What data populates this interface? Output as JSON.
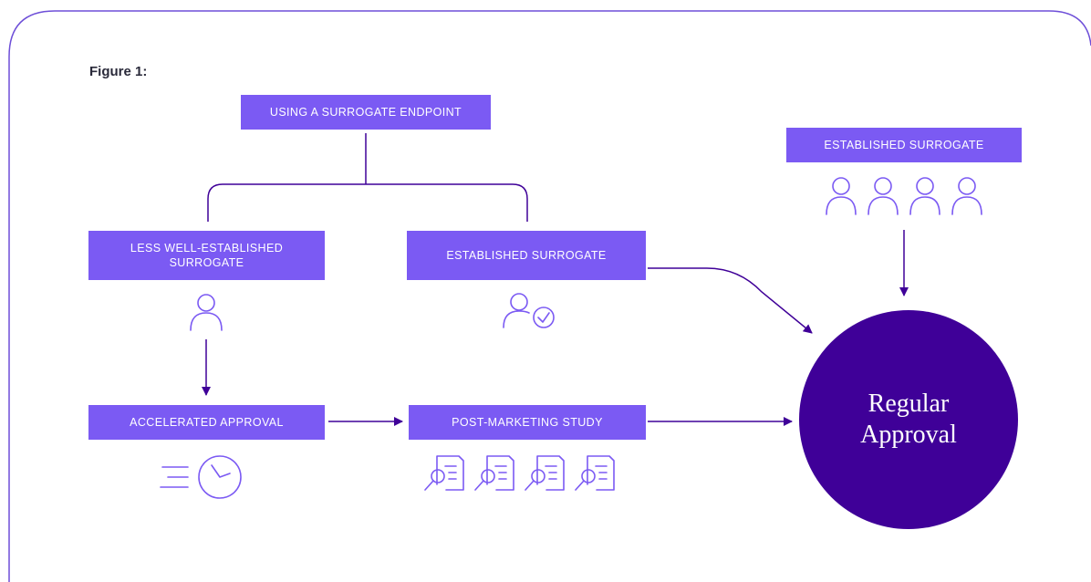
{
  "figure_label": "Figure 1:",
  "nodes": {
    "root": "USING A SURROGATE ENDPOINT",
    "less_established": "LESS WELL-ESTABLISHED SURROGATE",
    "established_mid": "ESTABLISHED SURROGATE",
    "established_right": "ESTABLISHED SURROGATE",
    "accelerated": "ACCELERATED APPROVAL",
    "post_marketing": "POST-MARKETING STUDY",
    "regular": "Regular\nApproval"
  },
  "colors": {
    "box_fill": "#7b5af3",
    "circle_fill": "#3f0098",
    "line": "#3f0098",
    "icon": "#7b5af3",
    "frame": "#6e4fd8"
  },
  "icons": [
    "person-icon",
    "person-check-icon",
    "clock-fast-icon",
    "document-search-icon"
  ]
}
